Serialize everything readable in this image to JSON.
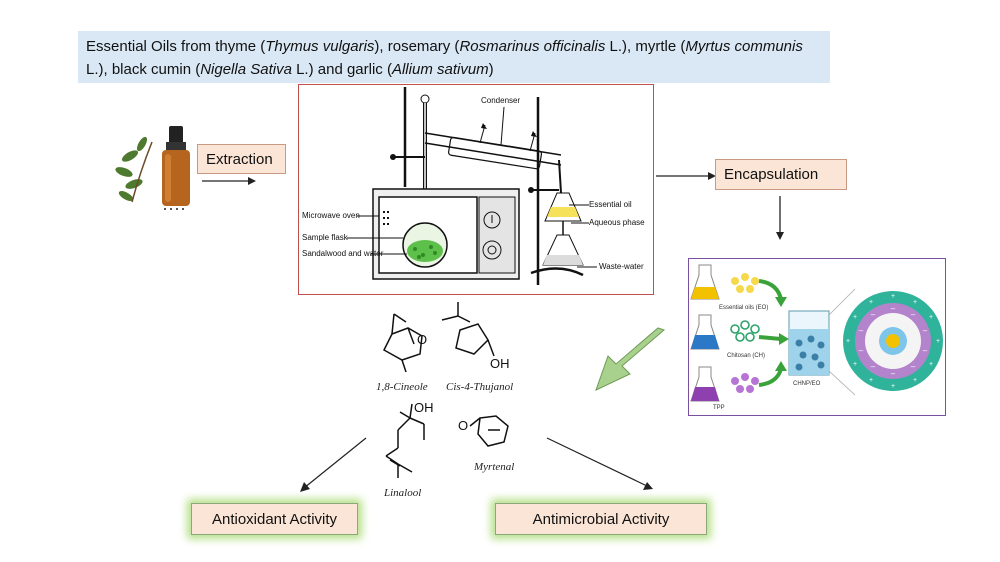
{
  "header": {
    "seg1": "Essential Oils from thyme (",
    "thyme": "Thymus vulgaris",
    "seg2": "), rosemary (",
    "rosemary": "Rosmarinus officinalis",
    "seg3": " L.), myrtle (",
    "myrtle": "Myrtus communis",
    "seg4": " L.), black cumin (",
    "cumin": "Nigella Sativa",
    "seg5": " L.) and garlic (",
    "garlic": "Allium sativum",
    "seg6": ")"
  },
  "steps": {
    "extraction": "Extraction",
    "encapsulation": "Encapsulation"
  },
  "apparatus": {
    "condenser": "Condenser",
    "microwave_oven": "Microwave oven",
    "sample_flask": "Sample flask",
    "sandalwood": "Sandalwood and water",
    "essential_oil": "Essential oil",
    "aqueous_phase": "Aqueous phase",
    "waste_water": "Waste-water"
  },
  "encap_panel": {
    "eo": "Essential oils (EO)",
    "chitosan": "Chitosan (CH)",
    "tpp": "TPP",
    "product": "CHNP/EO"
  },
  "molecules": {
    "cineole": "1,8-Cineole",
    "thujanol": "Cis-4-Thujanol",
    "linalool": "Linalool",
    "myrtenal": "Myrtenal",
    "oh": "OH",
    "o": "O"
  },
  "results": {
    "antioxidant": "Antioxidant Activity",
    "antimicrobial": "Antimicrobial Activity"
  },
  "colors": {
    "header_bg": "#dae8f5",
    "step_bg": "#fbe5d6",
    "result_glow": "#b7e08a",
    "apparatus_border": "#c0504d",
    "panel_border": "#7a4fa0",
    "green_arrow": "#a9d18e"
  }
}
